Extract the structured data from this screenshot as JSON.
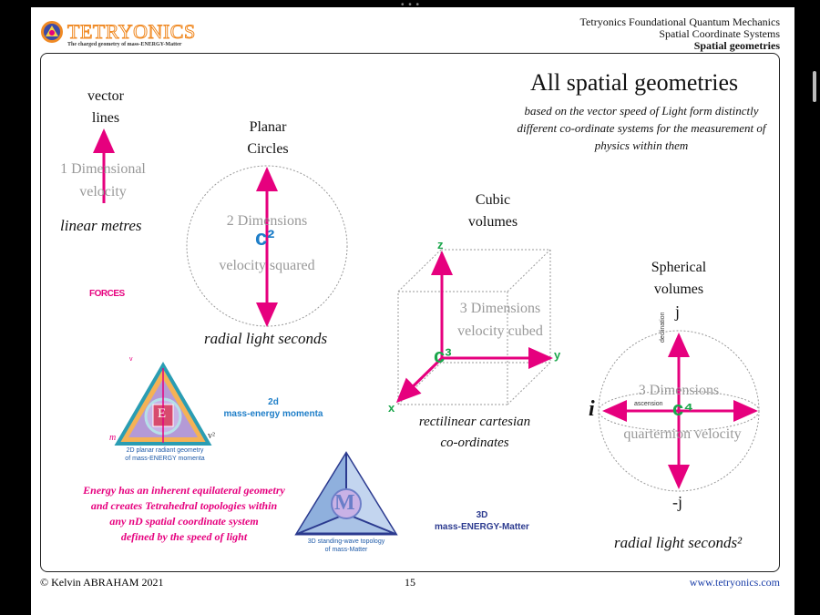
{
  "header": {
    "logo_name": "TETRYONICS",
    "logo_tagline": "The charged geometry of mass-ENERGY-Matter",
    "line1": "Tetryonics Foundational Quantum Mechanics",
    "line2": "Spatial Coordinate Systems",
    "line3": "Spatial geometries"
  },
  "title": "All spatial geometries",
  "subtitle": "based on the vector speed of Light form distinctly different co-ordinate systems for the measurement of physics within them",
  "vector": {
    "heading1": "vector",
    "heading2": "lines",
    "dim1": "1 Dimensional",
    "dim2": "velocity",
    "unit": "linear metres"
  },
  "planar": {
    "heading1": "Planar",
    "heading2": "Circles",
    "dim1": "2 Dimensions",
    "symbol": "c²",
    "dim2": "velocity squared",
    "unit": "radial light seconds"
  },
  "cubic": {
    "heading1": "Cubic",
    "heading2": "volumes",
    "dim1": "3 Dimensions",
    "dim2": "velocity cubed",
    "symbol": "c³",
    "axis_z": "z",
    "axis_y": "y",
    "axis_x": "x",
    "unit1": "rectilinear cartesian",
    "unit2": "co-ordinates"
  },
  "spherical": {
    "heading1": "Spherical",
    "heading2": "volumes",
    "axis_top": "j",
    "axis_bottom": "-j",
    "axis_left": "i",
    "dim1": "3 Dimensions",
    "symbol": "c⁴",
    "dim2": "quarternion velocity",
    "declination": "declination",
    "ascension": "ascension",
    "unit": "radial light seconds²"
  },
  "forces": "FORCES",
  "momenta": {
    "label1": "2d",
    "label2": "mass-energy momenta",
    "caption1": "2D planar radiant geometry",
    "caption2": "of mass-ENERGY momenta",
    "m": "m",
    "v2": "v²",
    "v": "v",
    "E": "E"
  },
  "energy_text": [
    "Energy has an inherent equilateral geometry",
    "and creates Tetrahedral topologies within",
    "any nD spatial coordinate system",
    "defined by the speed of light"
  ],
  "matter": {
    "label1": "3D",
    "label2": "mass-ENERGY-Matter",
    "caption1": "3D standing-wave topology",
    "caption2": "of mass-Matter",
    "M": "M"
  },
  "footer": {
    "copyright": "© Kelvin ABRAHAM 2021",
    "page": "15",
    "url": "www.tetryonics.com"
  },
  "colors": {
    "magenta": "#e6007e",
    "blue": "#1e7ec8",
    "green": "#1aa64b",
    "orange": "#f08a24"
  }
}
